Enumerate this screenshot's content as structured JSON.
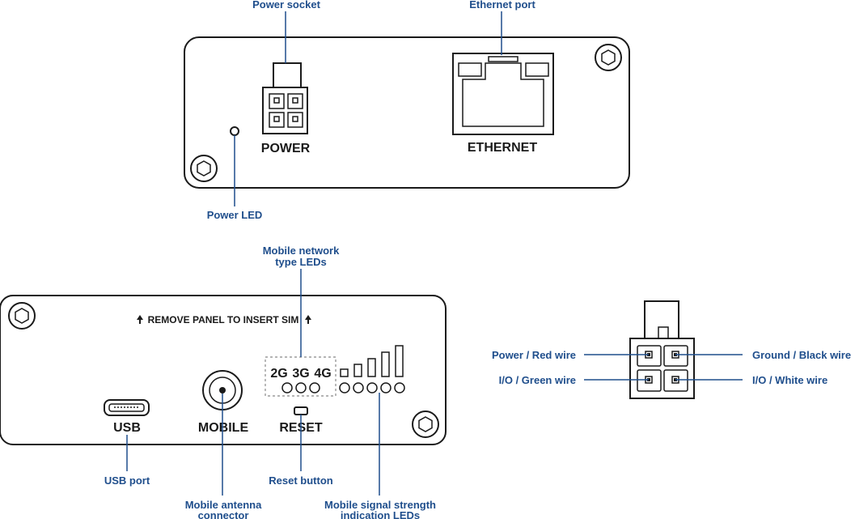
{
  "top_panel": {
    "power_label": "POWER",
    "ethernet_label": "ETHERNET"
  },
  "bottom_panel": {
    "sim_notice": "REMOVE PANEL TO INSERT SIM",
    "usb_label": "USB",
    "mobile_label": "MOBILE",
    "reset_label": "RESET",
    "net_types": [
      "2G",
      "3G",
      "4G"
    ]
  },
  "callouts": {
    "power_socket": "Power socket",
    "ethernet_port": "Ethernet port",
    "power_led": "Power LED",
    "network_type_leds_line1": "Mobile network",
    "network_type_leds_line2": "type LEDs",
    "usb_port": "USB port",
    "antenna_line1": "Mobile antenna",
    "antenna_line2": "connector",
    "reset_button": "Reset button",
    "signal_leds_line1": "Mobile signal strength",
    "signal_leds_line2": "indication LEDs"
  },
  "connector": {
    "power_red": "Power / Red wire",
    "ground_black": "Ground / Black wire",
    "io_green": "I/O / Green wire",
    "io_white": "I/O / White wire"
  },
  "colors": {
    "callout": "#1f4e8c",
    "outline": "#1a1a1a"
  },
  "icons": [
    "screw-icon",
    "up-arrow-icon",
    "usb-port-icon",
    "antenna-connector-icon",
    "reset-button-icon",
    "led-icon",
    "signal-bar-icon"
  ]
}
